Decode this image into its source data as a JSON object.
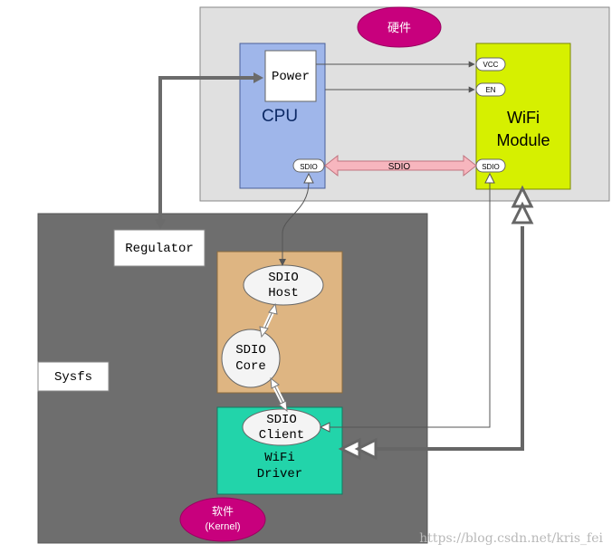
{
  "hardware": {
    "label": "硬件",
    "cpu": {
      "label": "CPU",
      "power_label": "Power",
      "sdio_port": "SDIO"
    },
    "wifi_module": {
      "label_line1": "WiFi",
      "label_line2": "Module",
      "vcc_pin": "VCC",
      "en_pin": "EN",
      "sdio_port": "SDIO"
    },
    "sdio_bus_label": "SDIO"
  },
  "software": {
    "label_line1": "软件",
    "label_line2": "(Kernel)",
    "regulator": "Regulator",
    "sysfs": "Sysfs",
    "sdio_host_line1": "SDIO",
    "sdio_host_line2": "Host",
    "sdio_core_line1": "SDIO",
    "sdio_core_line2": "Core",
    "sdio_client_line1": "SDIO",
    "sdio_client_line2": "Client",
    "wifi_driver_line1": "WiFi",
    "wifi_driver_line2": "Driver"
  },
  "watermark": "https://blog.csdn.net/kris_fei",
  "colors": {
    "hardware_bg": "#e0e0e0",
    "software_bg": "#6e6e6e",
    "cpu_fill": "#9fb6ea",
    "wifi_module_fill": "#d6f000",
    "sdio_stack_fill": "#deb582",
    "wifi_driver_fill": "#22d4aa",
    "label_ellipse": "#c8007d",
    "sdio_bus_arrow": "#f7b6be"
  }
}
